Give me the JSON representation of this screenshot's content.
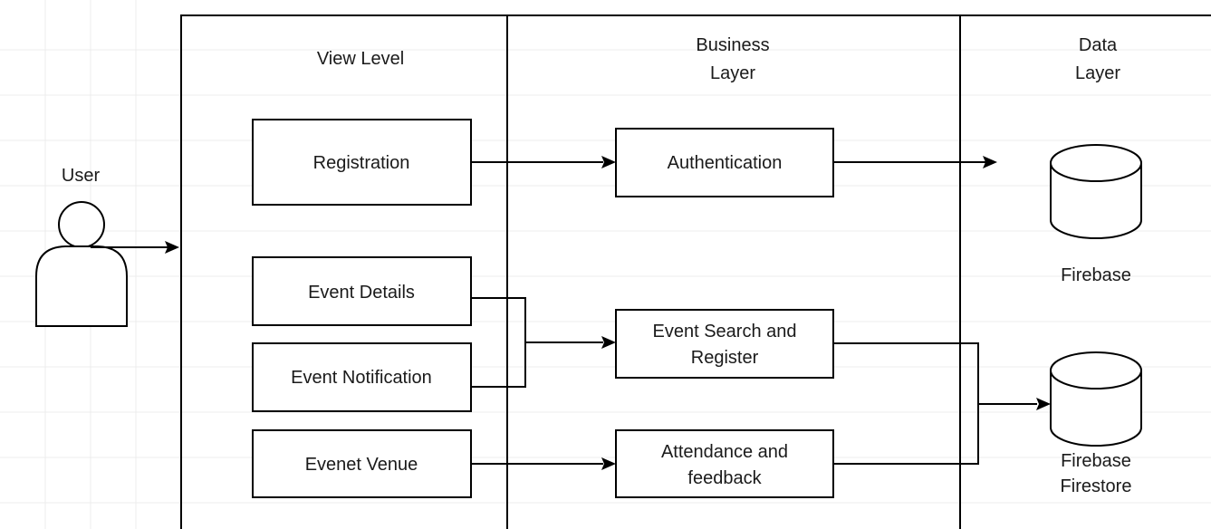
{
  "lanes": {
    "view": "View Level",
    "business_line1": "Business",
    "business_line2": "Layer",
    "data_line1": "Data",
    "data_line2": "Layer"
  },
  "actor": {
    "label": "User"
  },
  "view_nodes": {
    "registration": "Registration",
    "event_details": "Event Details",
    "event_notification": "Event Notification",
    "event_venue": "Evenet Venue"
  },
  "business_nodes": {
    "authentication": "Authentication",
    "event_search_line1": "Event Search and",
    "event_search_line2": "Register",
    "attendance_line1": "Attendance and",
    "attendance_line2": "feedback"
  },
  "data_nodes": {
    "firebase": "Firebase",
    "firestore_line1": "Firebase",
    "firestore_line2": "Firestore"
  },
  "colors": {
    "background": "#ffffff",
    "grid": "#ececec",
    "stroke": "#000000",
    "text": "#1a1a1a"
  }
}
